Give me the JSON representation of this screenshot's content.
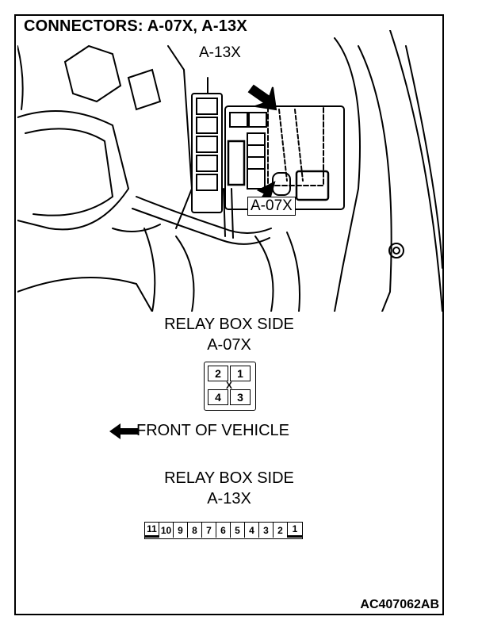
{
  "title": "CONNECTORS: A-07X, A-13X",
  "callouts": {
    "a13x": "A-13X",
    "a07x": "A-07X"
  },
  "connector_a07x": {
    "side_label": "RELAY BOX SIDE",
    "name": "A-07X",
    "pins": [
      "2",
      "1",
      "4",
      "3"
    ],
    "center_mark": "X"
  },
  "direction_label": "FRONT OF VEHICLE",
  "connector_a13x": {
    "side_label": "RELAY BOX SIDE",
    "name": "A-13X",
    "pins": [
      "11",
      "10",
      "9",
      "8",
      "7",
      "6",
      "5",
      "4",
      "3",
      "2",
      "1"
    ]
  },
  "figure_code": "AC407062AB"
}
